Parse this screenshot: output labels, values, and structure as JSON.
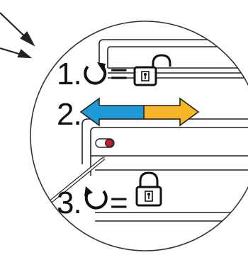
{
  "steps": [
    {
      "number": "1.",
      "action_icon": "rotate-counterclockwise-icon",
      "equals": "=",
      "result_icon": "unlocked-padlock-icon"
    },
    {
      "number": "2.",
      "action_icon": "double-arrow-slide-icon"
    },
    {
      "number": "3.",
      "action_icon": "rotate-clockwise-icon",
      "equals": "=",
      "result_icon": "locked-padlock-icon"
    }
  ],
  "colors": {
    "arrow_left": "#1f9ad6",
    "arrow_right": "#f6b626",
    "indicator_red": "#c0202a",
    "line": "#222222",
    "circle_outline": "#333333",
    "screwdriver_handle": "#e6e6e6"
  },
  "icons": [
    "screwdriver-icon",
    "pointer-arrow-icon",
    "lock-indicator-icon"
  ]
}
